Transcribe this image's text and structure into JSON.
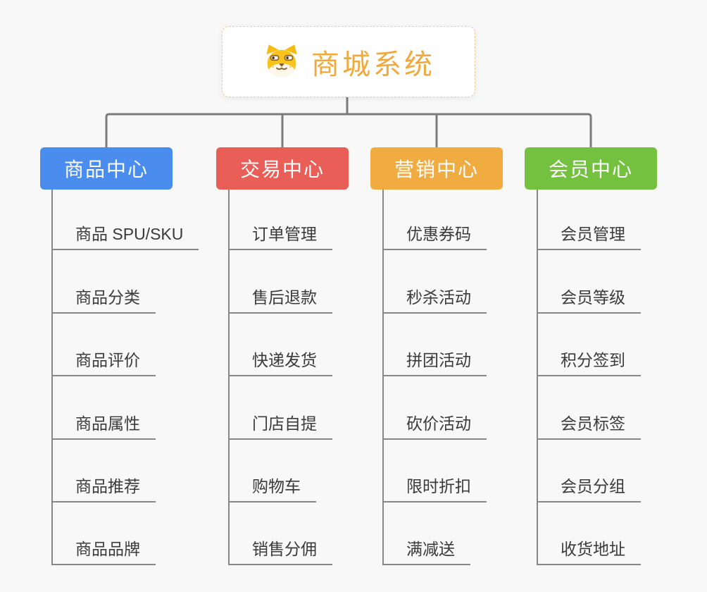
{
  "page": {
    "background": "#f8f8f8"
  },
  "root": {
    "title": "商城系统",
    "title_color": "#F2A93B",
    "icon": "dog-face-icon",
    "border_color": "#F5CA8E"
  },
  "connectors": {
    "bus_color": "#7b7b7b",
    "trunk_color": "#878787"
  },
  "branches": [
    {
      "label": "商品中心",
      "color": "#4A8DEE",
      "children": [
        "商品 SPU/SKU",
        "商品分类",
        "商品评价",
        "商品属性",
        "商品推荐",
        "商品品牌"
      ]
    },
    {
      "label": "交易中心",
      "color": "#E95E57",
      "children": [
        "订单管理",
        "售后退款",
        "快递发货",
        "门店自提",
        "购物车",
        "销售分佣"
      ]
    },
    {
      "label": "营销中心",
      "color": "#F0AC41",
      "children": [
        "优惠券码",
        "秒杀活动",
        "拼团活动",
        "砍价活动",
        "限时折扣",
        "满减送"
      ]
    },
    {
      "label": "会员中心",
      "color": "#74C13F",
      "children": [
        "会员管理",
        "会员等级",
        "积分签到",
        "会员标签",
        "会员分组",
        "收货地址"
      ]
    }
  ]
}
